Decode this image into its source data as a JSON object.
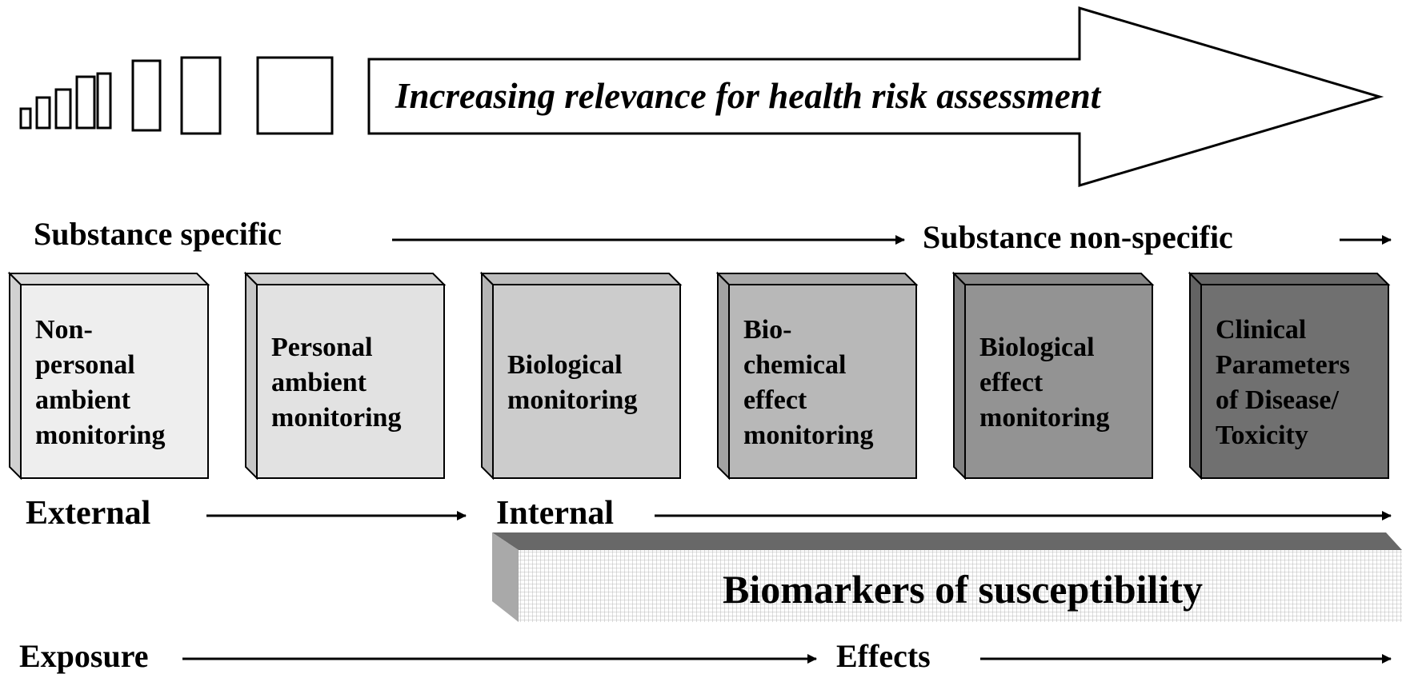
{
  "arrow": {
    "label": "Increasing relevance for health risk assessment"
  },
  "specificity": {
    "left_label": "Substance specific",
    "right_label": "Substance non-specific"
  },
  "boxes": [
    {
      "lines": [
        "Non-",
        "personal",
        "ambient",
        "monitoring"
      ],
      "shade": "#eeeeee"
    },
    {
      "lines": [
        "Personal",
        "ambient",
        "monitoring"
      ],
      "shade": "#e2e2e2"
    },
    {
      "lines": [
        "Biological",
        "monitoring"
      ],
      "shade": "#cccccc"
    },
    {
      "lines": [
        "Bio-",
        "chemical",
        "effect",
        "monitoring"
      ],
      "shade": "#b8b8b8"
    },
    {
      "lines": [
        "Biological",
        "effect",
        "monitoring"
      ],
      "shade": "#939393"
    },
    {
      "lines": [
        "Clinical",
        "Parameters",
        "of Disease/",
        "Toxicity"
      ],
      "shade": "#707070"
    }
  ],
  "location": {
    "external_label": "External",
    "internal_label": "Internal"
  },
  "susceptibility": {
    "label": "Biomarkers of susceptibility"
  },
  "exposure_effects": {
    "exposure_label": "Exposure",
    "effects_label": "Effects"
  }
}
